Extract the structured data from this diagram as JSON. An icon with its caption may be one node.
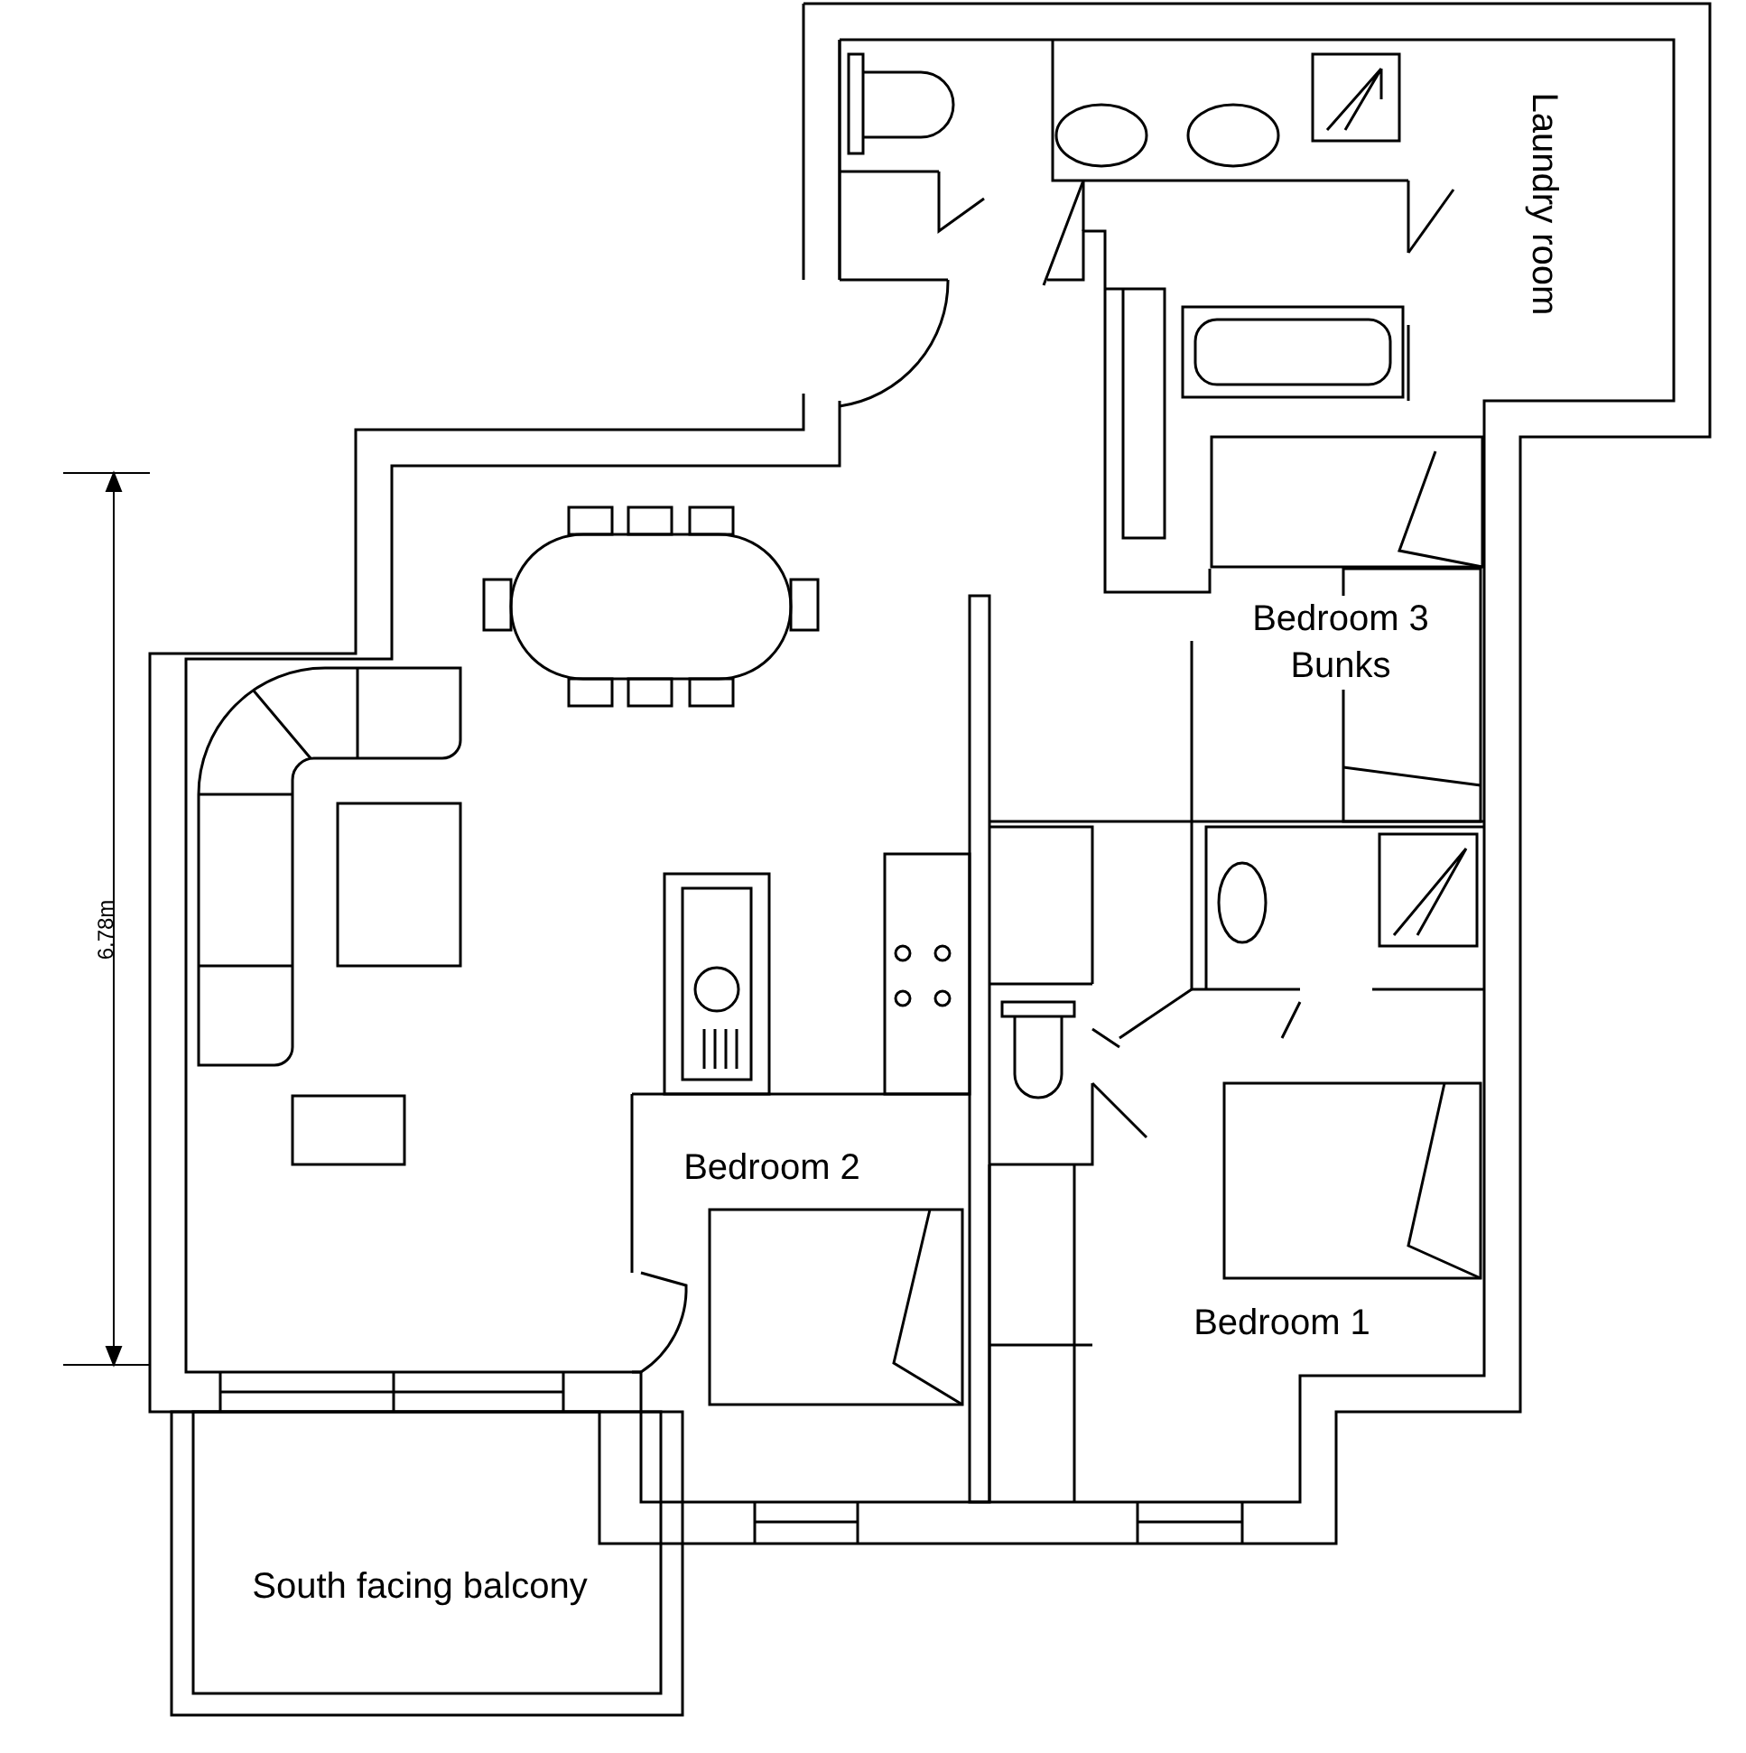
{
  "diagram": {
    "nodes": [
      {
        "text": [
          "Laundry room"
        ]
      },
      {
        "text": [
          "Bedroom 3 Bunks"
        ]
      },
      {
        "text": [
          "Bedroom 2"
        ]
      },
      {
        "text": [
          "Bedroom 1"
        ]
      },
      {
        "text": [
          "South facing balcony"
        ]
      }
    ],
    "labels": [
      "6.78m"
    ]
  }
}
